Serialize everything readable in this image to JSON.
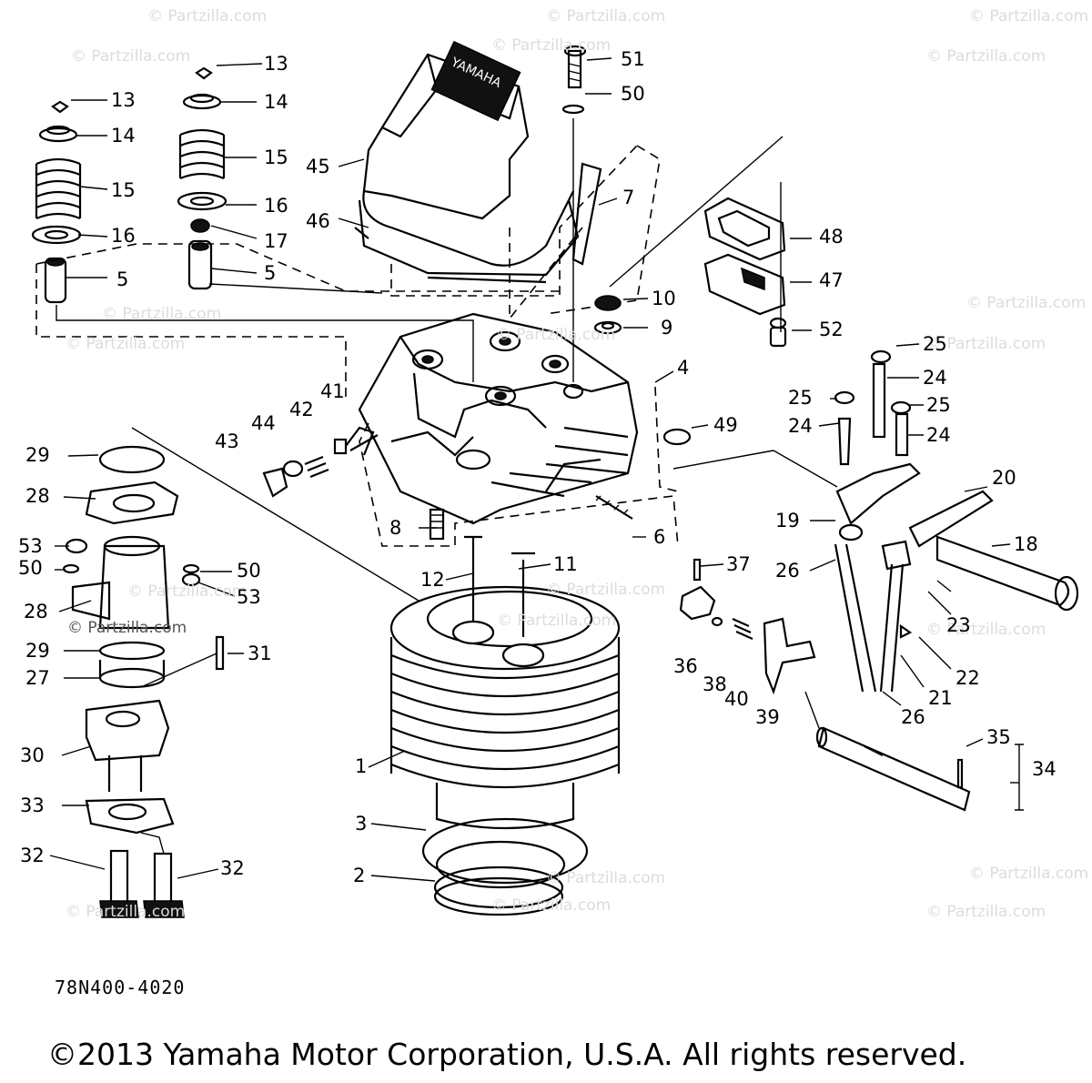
{
  "watermark": "© Partzilla.com",
  "doc_code": "78N400-4020",
  "copyright": "©2013 Yamaha Motor Corporation, U.S.A. All rights reserved.",
  "cover_brand": "YAMAHA",
  "callouts": {
    "c1": "1",
    "c2": "2",
    "c3": "3",
    "c4": "4",
    "c5a": "5",
    "c5b": "5",
    "c6": "6",
    "c7": "7",
    "c8": "8",
    "c9": "9",
    "c10": "10",
    "c11": "11",
    "c12": "12",
    "c13a": "13",
    "c13b": "13",
    "c14a": "14",
    "c14b": "14",
    "c15a": "15",
    "c15b": "15",
    "c16a": "16",
    "c16b": "16",
    "c17": "17",
    "c18": "18",
    "c19": "19",
    "c20": "20",
    "c21": "21",
    "c22": "22",
    "c23": "23",
    "c24a": "24",
    "c24b": "24",
    "c24c": "24",
    "c25a": "25",
    "c25b": "25",
    "c25c": "25",
    "c26a": "26",
    "c26b": "26",
    "c27": "27",
    "c28a": "28",
    "c28b": "28",
    "c29a": "29",
    "c29b": "29",
    "c30": "30",
    "c31": "31",
    "c32a": "32",
    "c32b": "32",
    "c33": "33",
    "c34": "34",
    "c35": "35",
    "c36": "36",
    "c37": "37",
    "c38": "38",
    "c39": "39",
    "c40": "40",
    "c41": "41",
    "c42": "42",
    "c43": "43",
    "c44": "44",
    "c45": "45",
    "c46": "46",
    "c47": "47",
    "c48": "48",
    "c49": "49",
    "c50a": "50",
    "c50b": "50",
    "c50c": "50",
    "c51": "51",
    "c52": "52",
    "c53a": "53",
    "c53b": "53"
  }
}
